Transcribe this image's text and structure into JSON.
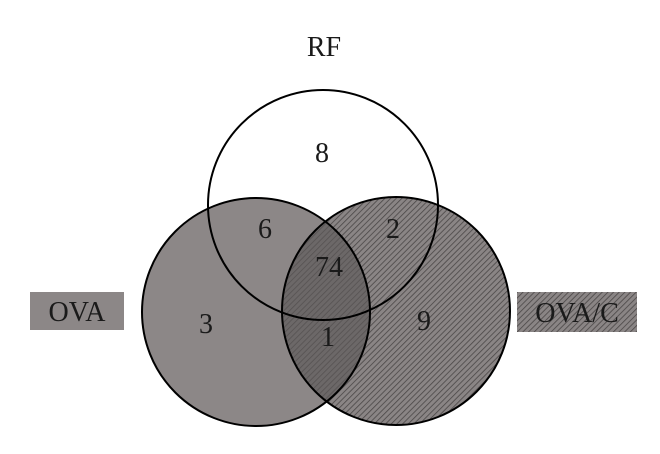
{
  "sets": [
    {
      "key": "rf",
      "label": "RF",
      "fill": "#ffffff",
      "pattern": "none"
    },
    {
      "key": "ova",
      "label": "OVA",
      "fill": "#8c8787",
      "pattern": "none"
    },
    {
      "key": "ovac",
      "label": "OVA/C",
      "fill": "#6f6a6a",
      "pattern": "diagonal-hatch"
    }
  ],
  "regions": {
    "rf_only": "8",
    "ova_only": "3",
    "ovac_only": "9",
    "rf_ova": "6",
    "rf_ovac": "2",
    "ova_ovac": "1",
    "all_three": "74"
  },
  "colors": {
    "outline": "#000000",
    "text": "#1a1a1a",
    "overlap_dark": "#5a5555"
  }
}
